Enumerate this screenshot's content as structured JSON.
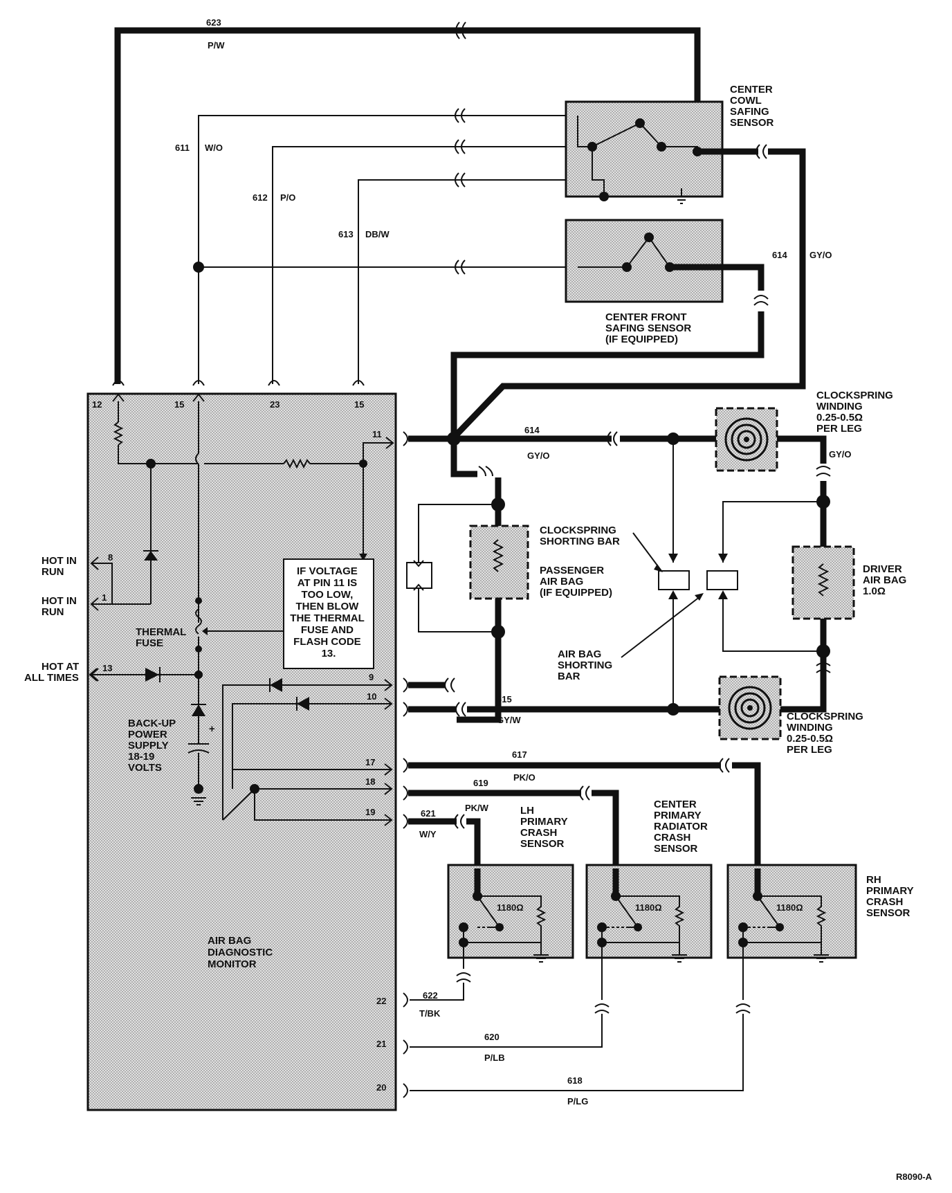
{
  "wires": {
    "w623": {
      "num": "623",
      "color": "P/W"
    },
    "w611": {
      "num": "611",
      "color": "W/O"
    },
    "w612": {
      "num": "612",
      "color": "P/O"
    },
    "w613": {
      "num": "613",
      "color": "DB/W"
    },
    "w614a": {
      "num": "614",
      "color": "GY/O"
    },
    "w614b": {
      "num": "614",
      "color": "GY/O"
    },
    "w614c": {
      "color": "GY/O"
    },
    "w615": {
      "num": "615",
      "color": "GY/W"
    },
    "w617": {
      "num": "617",
      "color": "PK/O"
    },
    "w619": {
      "num": "619",
      "color": "PK/W"
    },
    "w621": {
      "num": "621",
      "color": "W/Y"
    },
    "w622": {
      "num": "622",
      "color": "T/BK"
    },
    "w620": {
      "num": "620",
      "color": "P/LB"
    },
    "w618": {
      "num": "618",
      "color": "P/LG"
    }
  },
  "monitor": {
    "title": [
      "AIR BAG",
      "DIAGNOSTIC",
      "MONITOR"
    ],
    "pins": {
      "p12": "12",
      "p15a": "15",
      "p23": "23",
      "p15b": "15",
      "p11": "11",
      "p8": "8",
      "p1": "1",
      "p13": "13",
      "p9": "9",
      "p10": "10",
      "p17": "17",
      "p18": "18",
      "p19": "19",
      "p22": "22",
      "p21": "21",
      "p20": "20"
    },
    "note": [
      "IF VOLTAGE",
      "AT PIN 11 IS",
      "TOO LOW,",
      "THEN BLOW",
      "THE THERMAL",
      "FUSE AND",
      "FLASH CODE",
      "13."
    ],
    "thermal_fuse": [
      "THERMAL",
      "FUSE"
    ],
    "backup": [
      "BACK-UP",
      "POWER",
      "SUPPLY",
      "18-19",
      "VOLTS"
    ],
    "plus": "+"
  },
  "inputs": {
    "hot_run_1": [
      "HOT IN",
      "RUN"
    ],
    "hot_run_2": [
      "HOT IN",
      "RUN"
    ],
    "hot_all": [
      "HOT AT",
      "ALL TIMES"
    ]
  },
  "components": {
    "cowl_sensor": [
      "CENTER",
      "COWL",
      "SAFING",
      "SENSOR"
    ],
    "front_sensor": [
      "CENTER FRONT",
      "SAFING SENSOR",
      "(IF EQUIPPED)"
    ],
    "clockspring_top": [
      "CLOCKSPRING",
      "WINDING",
      "0.25-0.5Ω",
      "PER LEG"
    ],
    "clockspring_bottom": [
      "CLOCKSPRING",
      "WINDING",
      "0.25-0.5Ω",
      "PER LEG"
    ],
    "shorting_bar": [
      "CLOCKSPRING",
      "SHORTING BAR"
    ],
    "airbag_shorting_bar": [
      "AIR BAG",
      "SHORTING",
      "BAR"
    ],
    "passenger_airbag": [
      "PASSENGER",
      "AIR BAG",
      "(IF EQUIPPED)"
    ],
    "driver_airbag": [
      "DRIVER",
      "AIR BAG",
      "1.0Ω"
    ],
    "lh_sensor": [
      "LH",
      "PRIMARY",
      "CRASH",
      "SENSOR"
    ],
    "center_sensor": [
      "CENTER",
      "PRIMARY",
      "RADIATOR",
      "CRASH",
      "SENSOR"
    ],
    "rh_sensor": [
      "RH",
      "PRIMARY",
      "CRASH",
      "SENSOR"
    ],
    "resistor_value": "1180Ω"
  },
  "figure_id": "R8090-A"
}
